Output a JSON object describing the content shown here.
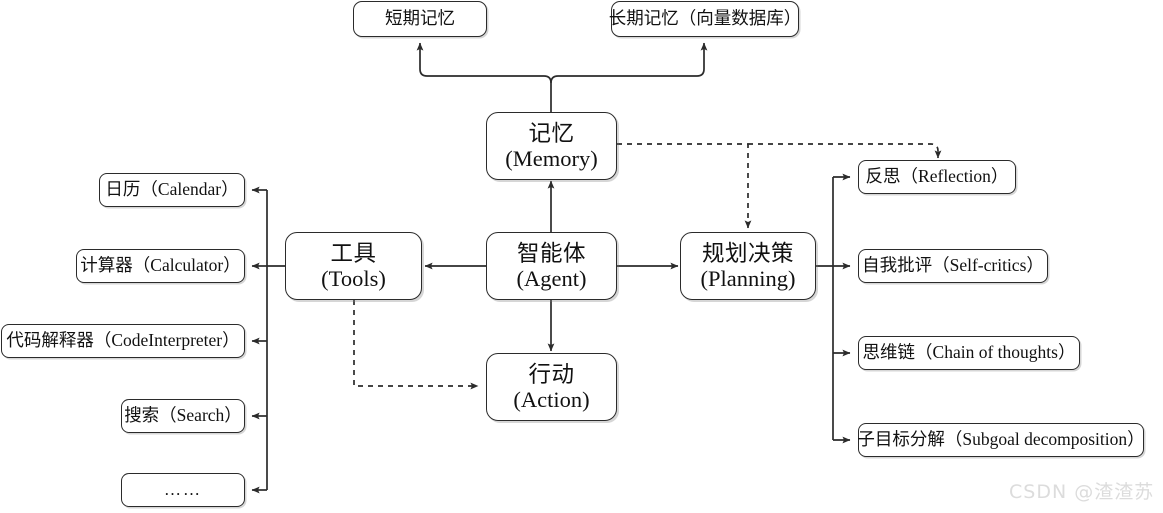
{
  "diagram": {
    "type": "flow-diagram",
    "title": "LLM Agent architecture",
    "watermark": "CSDN @渣渣苏",
    "colors": {
      "stroke": "#2b2b2b",
      "box_fill": "#ffffff",
      "text": "#111111",
      "watermark": "#dcdcdc",
      "background": "#ffffff"
    },
    "core_nodes": [
      {
        "id": "memory",
        "cn": "记忆",
        "en": "(Memory)"
      },
      {
        "id": "agent",
        "cn": "智能体",
        "en": "(Agent)"
      },
      {
        "id": "tools",
        "cn": "工具",
        "en": "(Tools)"
      },
      {
        "id": "planning",
        "cn": "规划决策",
        "en": "(Planning)"
      },
      {
        "id": "action",
        "cn": "行动",
        "en": "(Action)"
      }
    ],
    "memory_nodes": [
      {
        "id": "short-term-memory",
        "label": "短期记忆"
      },
      {
        "id": "long-term-memory",
        "label": "长期记忆（向量数据库）"
      }
    ],
    "tool_nodes": [
      {
        "id": "calendar",
        "label": "日历（Calendar）"
      },
      {
        "id": "calculator",
        "label": "计算器（Calculator）"
      },
      {
        "id": "code-interpreter",
        "label": "代码解释器（CodeInterpreter）"
      },
      {
        "id": "search",
        "label": "搜索（Search）"
      },
      {
        "id": "more",
        "label": "……"
      }
    ],
    "planning_nodes": [
      {
        "id": "reflection",
        "label": "反思（Reflection）"
      },
      {
        "id": "self-critics",
        "label": "自我批评（Self-critics）"
      },
      {
        "id": "chain-of-thoughts",
        "label": "思维链（Chain of thoughts）"
      },
      {
        "id": "subgoal-decomposition",
        "label": "子目标分解（Subgoal decomposition）"
      }
    ],
    "edges": [
      {
        "from": "memory",
        "to": "short-term-memory",
        "style": "solid",
        "arrow": true
      },
      {
        "from": "memory",
        "to": "long-term-memory",
        "style": "solid",
        "arrow": true
      },
      {
        "from": "agent",
        "to": "memory",
        "style": "solid",
        "arrow": true
      },
      {
        "from": "agent",
        "to": "tools",
        "style": "solid",
        "arrow": true
      },
      {
        "from": "agent",
        "to": "planning",
        "style": "solid",
        "arrow": true
      },
      {
        "from": "agent",
        "to": "action",
        "style": "solid",
        "arrow": true
      },
      {
        "from": "memory",
        "to": "planning",
        "style": "dashed",
        "arrow": true
      },
      {
        "from": "memory",
        "to": "reflection",
        "style": "dashed",
        "arrow": true
      },
      {
        "from": "tools",
        "to": "action",
        "style": "dashed",
        "arrow": true
      },
      {
        "from": "tools",
        "to": "calendar",
        "style": "solid",
        "arrow": true
      },
      {
        "from": "tools",
        "to": "calculator",
        "style": "solid",
        "arrow": true
      },
      {
        "from": "tools",
        "to": "code-interpreter",
        "style": "solid",
        "arrow": true
      },
      {
        "from": "tools",
        "to": "search",
        "style": "solid",
        "arrow": true
      },
      {
        "from": "tools",
        "to": "more",
        "style": "solid",
        "arrow": true
      },
      {
        "from": "planning",
        "to": "reflection",
        "style": "solid",
        "arrow": true
      },
      {
        "from": "planning",
        "to": "self-critics",
        "style": "solid",
        "arrow": true
      },
      {
        "from": "planning",
        "to": "chain-of-thoughts",
        "style": "solid",
        "arrow": true
      },
      {
        "from": "planning",
        "to": "subgoal-decomposition",
        "style": "solid",
        "arrow": true
      }
    ]
  }
}
